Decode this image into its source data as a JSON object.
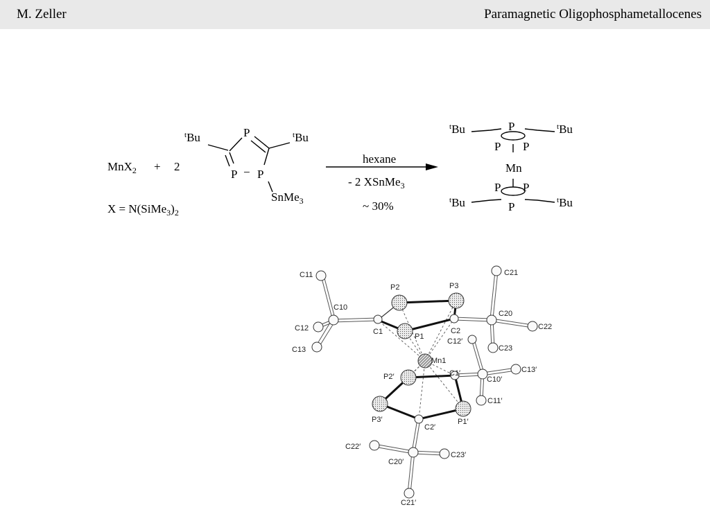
{
  "header": {
    "author": "M. Zeller",
    "title": "Paramagnetic Oligophosphametallocenes"
  },
  "reaction": {
    "reagent_main": "MnX",
    "reagent_sub": "2",
    "plus": "+",
    "coefficient": "2",
    "x_def": {
      "prefix": "X = N(SiMe",
      "sub1": "3",
      "close": ")",
      "sub2": "2"
    },
    "ring_reactant": {
      "P_top": "P",
      "P_left": "P",
      "P_right": "P",
      "bond": "−",
      "tbu_sup": "t",
      "tbu": "Bu",
      "snme": "SnMe",
      "snme_sub": "3"
    },
    "arrow": {
      "above": "hexane",
      "below_main": "- 2 XSnMe",
      "below_sub": "3",
      "yield": "~ 30%"
    },
    "product": {
      "metal": "Mn",
      "P": "P",
      "bond": "−",
      "tbu_sup": "t",
      "tbu": "Bu"
    }
  },
  "crystal_structure": {
    "atom_labels": {
      "C11": "C11",
      "C10": "C10",
      "C12": "C12",
      "C13": "C13",
      "C1": "C1",
      "P2": "P2",
      "P3": "P3",
      "P1": "P1",
      "C2": "C2",
      "C21": "C21",
      "C20": "C20",
      "C22": "C22",
      "C23": "C23",
      "C12p": "C12′",
      "Mn1": "Mn1",
      "P2p": "P2′",
      "C1p": "C1′",
      "C10p": "C10′",
      "C13p": "C13′",
      "C11p": "C11′",
      "P3p": "P3′",
      "C2p": "C2′",
      "P1p": "P1′",
      "C22p": "C22′",
      "C20p": "C20′",
      "C23p": "C23′",
      "C21p": "C21′"
    }
  }
}
